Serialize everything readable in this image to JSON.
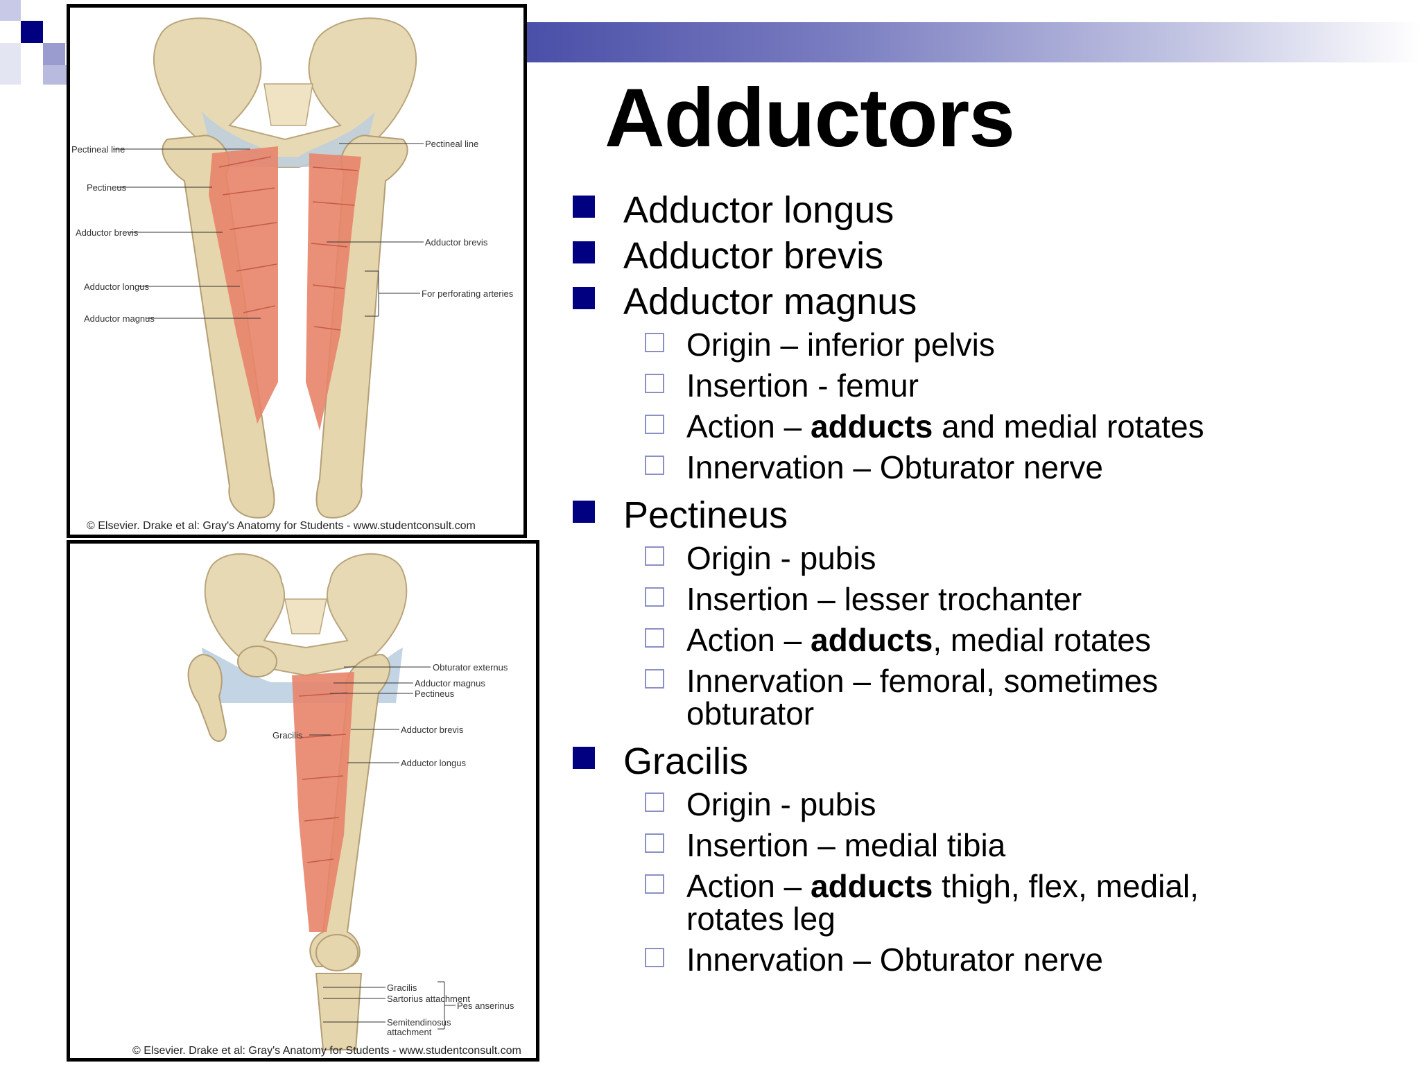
{
  "slide": {
    "title": "Adductors",
    "accent_color": "#000080",
    "header_bar_color": "#4a4fa8"
  },
  "figure_top": {
    "labels": {
      "pectineal_line_left": "Pectineal line",
      "pectineal_line_right": "Pectineal line",
      "pectineus": "Pectineus",
      "adductor_brevis_left": "Adductor brevis",
      "adductor_brevis_right": "Adductor brevis",
      "adductor_longus": "Adductor longus",
      "adductor_magnus": "Adductor magnus",
      "perforating_arteries": "For perforating arteries"
    },
    "credit": "© Elsevier. Drake et al: Gray's Anatomy for Students - www.studentconsult.com"
  },
  "figure_bottom": {
    "labels": {
      "obturator_externus": "Obturator externus",
      "adductor_magnus": "Adductor magnus",
      "pectineus": "Pectineus",
      "gracilis_top": "Gracilis",
      "adductor_brevis": "Adductor brevis",
      "adductor_longus": "Adductor longus",
      "gracilis_bottom": "Gracilis",
      "sartorius_attachment": "Sartorius attachment",
      "pes_anserinus": "Pes anserinus",
      "semitendinosus_1": "Semitendinosus",
      "semitendinosus_2": "attachment"
    },
    "credit": "© Elsevier. Drake et al: Gray's Anatomy for Students - www.studentconsult.com"
  },
  "bullets": {
    "b1": "Adductor longus",
    "b2": "Adductor brevis",
    "b3": "Adductor magnus",
    "b3_sub": {
      "origin": "Origin – inferior pelvis",
      "insertion": "Insertion - femur",
      "action_pre": "Action – ",
      "action_bold": "adducts",
      "action_post": " and medial rotates",
      "innervation": "Innervation – Obturator nerve"
    },
    "b4": "Pectineus",
    "b4_sub": {
      "origin": "Origin - pubis",
      "insertion": "Insertion – lesser trochanter",
      "action_pre": "Action – ",
      "action_bold": "adducts",
      "action_post": ", medial rotates",
      "innervation_1": "Innervation – femoral, sometimes",
      "innervation_2": "obturator"
    },
    "b5": "Gracilis",
    "b5_sub": {
      "origin": "Origin - pubis",
      "insertion": "Insertion – medial tibia",
      "action_pre": "Action – ",
      "action_bold": "adducts",
      "action_post": " thigh, flex, medial,",
      "action_2": "rotates leg",
      "innervation": "Innervation – Obturator nerve"
    }
  }
}
